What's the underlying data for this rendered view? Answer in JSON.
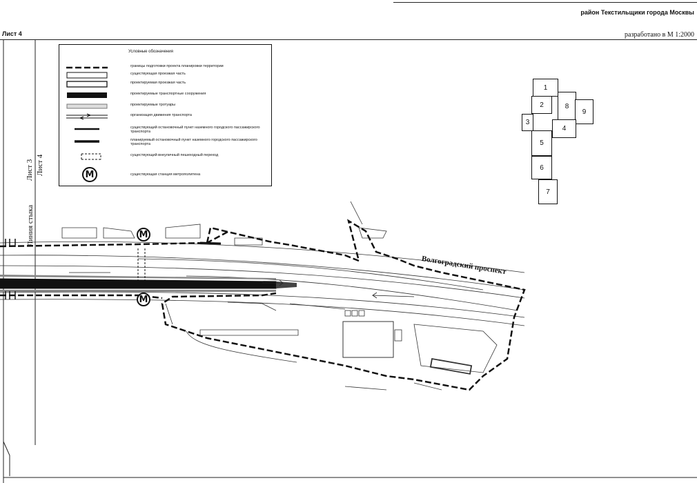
{
  "header": {
    "title": "район Текстильщики города Москвы",
    "sheet": "Лист 4",
    "scale_note": "разработано в М 1:2000"
  },
  "legend": {
    "title": "Условные обозначения",
    "items": [
      {
        "symbol": "boundary-dashed",
        "label": "границы подготовки проекта планировки территории"
      },
      {
        "symbol": "existing-roadway",
        "label": "существующая проезжая часть"
      },
      {
        "symbol": "planned-roadway",
        "label": "проектируемая проезжая часть"
      },
      {
        "symbol": "planned-transport-structures",
        "label": "проектируемые транспортные сооружения"
      },
      {
        "symbol": "planned-sidewalks",
        "label": "проектируемые тротуары"
      },
      {
        "symbol": "traffic-organization",
        "label": "организация движения транспорта"
      },
      {
        "symbol": "existing-stop",
        "label": "существующий остановочный пункт наземного городского пассажирского транспорта"
      },
      {
        "symbol": "planned-stop",
        "label": "планируемый остановочный пункт наземного городского пассажирского транспорта"
      },
      {
        "symbol": "pedestrian-crossing",
        "label": "существующий внеуличный пешеходный переход"
      },
      {
        "symbol": "metro-station",
        "label": "существующая станция метрополитена"
      }
    ],
    "metro_glyph": "М"
  },
  "junction": {
    "line_label": "Линия стыка",
    "sheet_3": "Лист 3",
    "sheet_4": "Лист 4"
  },
  "index_map": {
    "sheets": [
      "1",
      "2",
      "3",
      "4",
      "5",
      "6",
      "7",
      "8",
      "9"
    ]
  },
  "map": {
    "street_name": "Волгоградский проспект",
    "metro_glyph": "М"
  }
}
